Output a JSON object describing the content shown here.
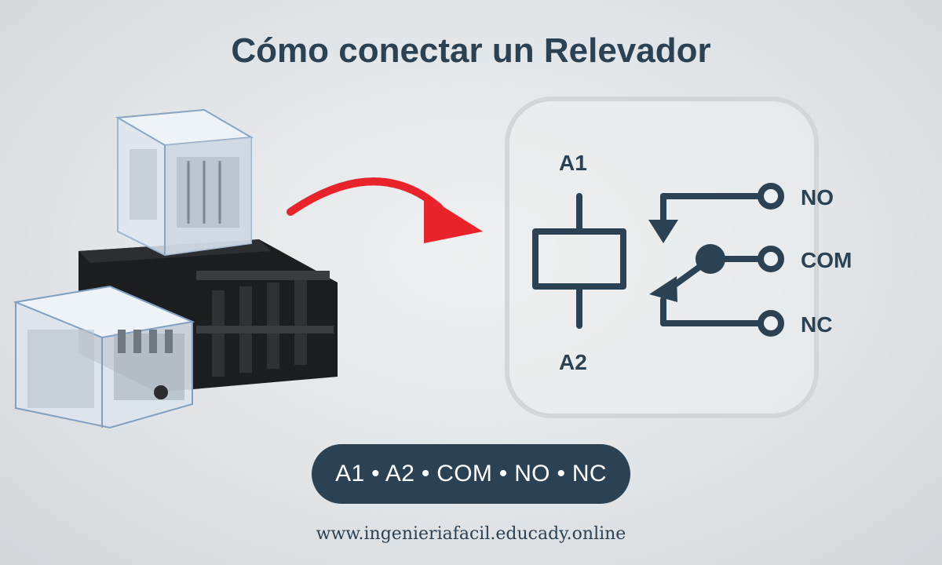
{
  "title": "Cómo conectar un Relevador",
  "schematic": {
    "coil_top": "A1",
    "coil_bottom": "A2",
    "terminal_no": "NO",
    "terminal_com": "COM",
    "terminal_nc": "NC"
  },
  "pill_text": "A1 • A2 • COM • NO • NC",
  "website": "www.ingenieriafacil.educady.online",
  "colors": {
    "primary": "#2b4254",
    "arrow": "#e8232a",
    "panel_border": "#d3d6d8"
  }
}
